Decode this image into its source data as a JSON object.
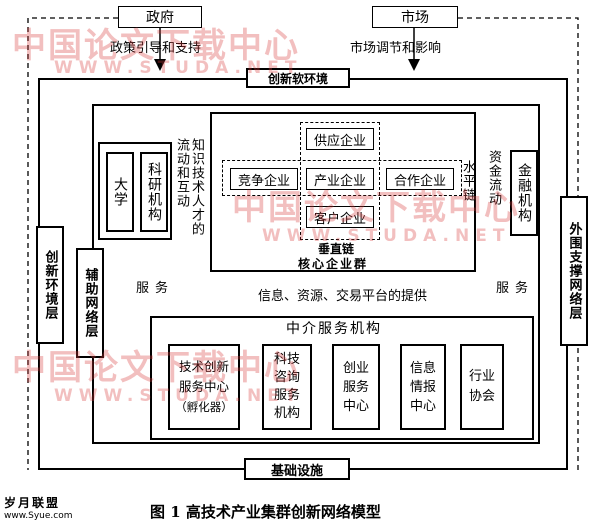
{
  "top": {
    "government": "政府",
    "market": "市场",
    "policy": "政策引导和支持",
    "market_effect": "市场调节和影响"
  },
  "layers": {
    "soft_env": "创新软环境",
    "env_layer": "创新环境层",
    "aux_network": "辅助网络层",
    "external_network": "外围支撑网络层",
    "infrastructure": "基础设施"
  },
  "core": {
    "supply": "供应企业",
    "compete": "竞争企业",
    "industry": "产业企业",
    "coop": "合作企业",
    "customer": "客户企业",
    "vertical_chain": "垂直链",
    "horizontal_chain": "水平链",
    "core_group": "核心企业群"
  },
  "left": {
    "university": "大学",
    "research": "科研机构",
    "knowledge_flow": "知识技术人才的流动和互动",
    "service_left": "服务"
  },
  "right": {
    "capital_flow": "资金流动",
    "finance": "金融机构",
    "service_right": "服务"
  },
  "platform": "信息、资源、交易平台的提供",
  "intermediary": {
    "title": "中介服务机构",
    "items": [
      {
        "line1": "技术创新",
        "line2": "服务中心",
        "line3": "（孵化器）"
      },
      {
        "text": "科技咨询服务机构"
      },
      {
        "text": "创业服务中心"
      },
      {
        "text": "信息情报中心"
      },
      {
        "text": "行业协会"
      }
    ]
  },
  "caption": "图 1    高技术产业集群创新网络模型",
  "watermark": {
    "cn": "中国论文下载中心",
    "en": "WWW.STUDA.NET",
    "logo": "岁月联盟",
    "logo_url": "www.Syue.com"
  }
}
